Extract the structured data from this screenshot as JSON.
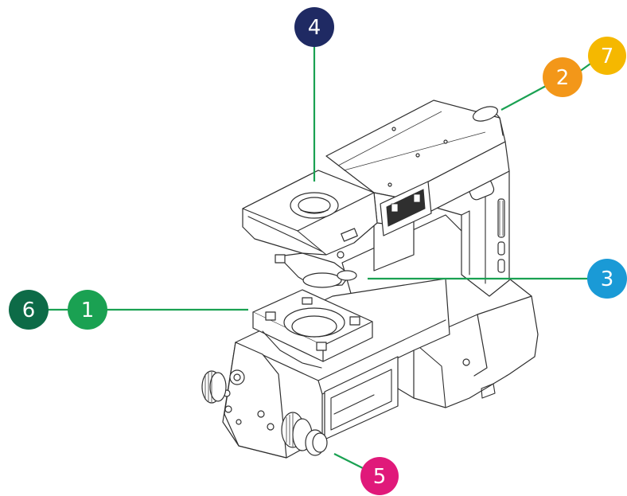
{
  "colors": {
    "leader_line": "#1aa152",
    "badge_text": "#ffffff"
  },
  "callouts": [
    {
      "id": "1",
      "label": "1",
      "color": "#1aa152"
    },
    {
      "id": "2",
      "label": "2",
      "color": "#f39719"
    },
    {
      "id": "3",
      "label": "3",
      "color": "#1a9ad6"
    },
    {
      "id": "4",
      "label": "4",
      "color": "#1f2a63"
    },
    {
      "id": "5",
      "label": "5",
      "color": "#e0197a"
    },
    {
      "id": "6",
      "label": "6",
      "color": "#0d6b47"
    },
    {
      "id": "7",
      "label": "7",
      "color": "#f5b800"
    }
  ]
}
